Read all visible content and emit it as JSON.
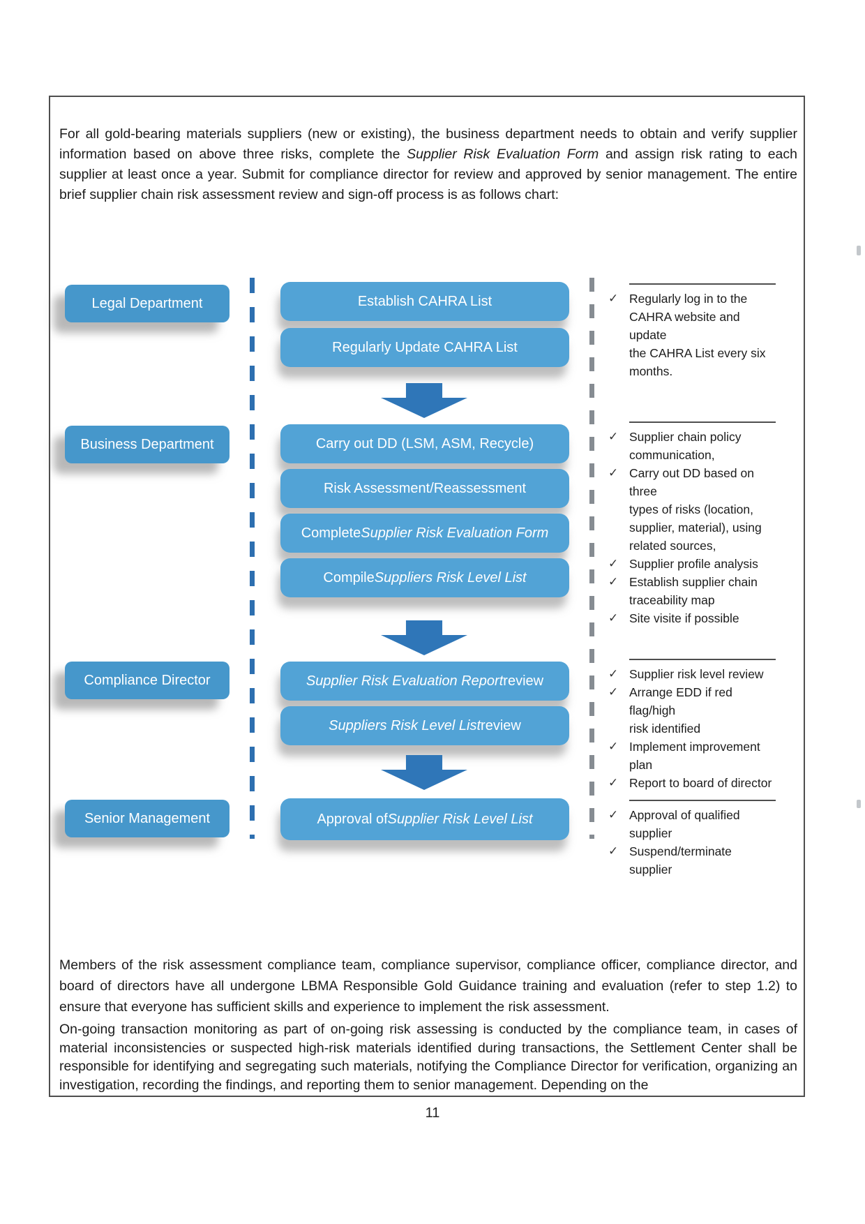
{
  "page": {
    "number": "11"
  },
  "intro": {
    "segments": [
      {
        "text": "For all gold-bearing materials suppliers (new or existing), the business department needs to obtain and verify supplier information based on above three risks, complete the "
      },
      {
        "text": "Supplier Risk Evaluation Form",
        "italic": true
      },
      {
        "text": " and assign risk rating to each supplier at least once a year. Submit for compliance director for review and approved by senior management. The entire brief supplier chain risk assessment review and sign-off process is as follows chart:"
      }
    ]
  },
  "flowchart": {
    "check_glyph": "✓",
    "rows": [
      {
        "department": "Legal Department",
        "steps": [
          {
            "segments": [
              {
                "text": "Establish CAHRA List"
              }
            ]
          },
          {
            "segments": [
              {
                "text": "Regularly Update CAHRA List"
              }
            ]
          }
        ],
        "notes": [
          "Regularly log in to the\nCAHRA website and update\nthe CAHRA List every six\nmonths."
        ]
      },
      {
        "department": "Business Department",
        "steps": [
          {
            "segments": [
              {
                "text": "Carry out DD (LSM, ASM, Recycle)"
              }
            ]
          },
          {
            "segments": [
              {
                "text": "Risk Assessment/Reassessment"
              }
            ]
          },
          {
            "segments": [
              {
                "text": "Complete "
              },
              {
                "text": "Supplier Risk Evaluation Form",
                "italic": true
              }
            ]
          },
          {
            "segments": [
              {
                "text": "Compile "
              },
              {
                "text": "Suppliers Risk Level List",
                "italic": true
              }
            ]
          }
        ],
        "notes": [
          "Supplier chain policy\ncommunication,",
          "Carry out DD based on three\ntypes of risks (location,\nsupplier, material), using\nrelated sources,",
          "Supplier profile analysis",
          "Establish supplier chain\ntraceability map",
          "Site visite if possible"
        ]
      },
      {
        "department": "Compliance Director",
        "steps": [
          {
            "segments": [
              {
                "text": "Supplier Risk Evaluation Report",
                "italic": true
              },
              {
                "text": " review"
              }
            ]
          },
          {
            "segments": [
              {
                "text": "Suppliers Risk Level List",
                "italic": true
              },
              {
                "text": " review"
              }
            ]
          }
        ],
        "notes": [
          "Supplier risk level review",
          "Arrange EDD if red flag/high\nrisk identified",
          "Implement improvement\nplan",
          "Report to board of director"
        ]
      },
      {
        "department": "Senior Management",
        "steps": [
          {
            "segments": [
              {
                "text": "Approval of "
              },
              {
                "text": "Supplier Risk Level List",
                "italic": true
              }
            ]
          }
        ],
        "notes": [
          "Approval of qualified\nsupplier",
          "Suspend/terminate supplier"
        ]
      }
    ]
  },
  "closing": [
    "Members of the risk assessment compliance team, compliance supervisor, compliance officer, compliance director, and board of directors have all undergone LBMA Responsible Gold Guidance training and evaluation (refer to step 1.2) to ensure that everyone has sufficient skills and experience to implement the risk assessment.",
    "On-going transaction monitoring as part of on-going risk assessing is conducted by the compliance team, in cases of material inconsistencies or suspected high-risk materials identified during transactions, the Settlement Center shall be responsible for identifying and segregating such materials, notifying the Compliance Director for verification, organizing an investigation, recording the findings, and reporting them to senior management. Depending on the"
  ],
  "colors": {
    "process_box": "#52a3d6",
    "department_box": "#4697cb",
    "arrow": "#2f76b8",
    "dashed_line_left": "#2d6fb0",
    "dashed_line_right": "#868c92",
    "rule_line": "#4e4e4e",
    "text": "#1c1c1c"
  }
}
